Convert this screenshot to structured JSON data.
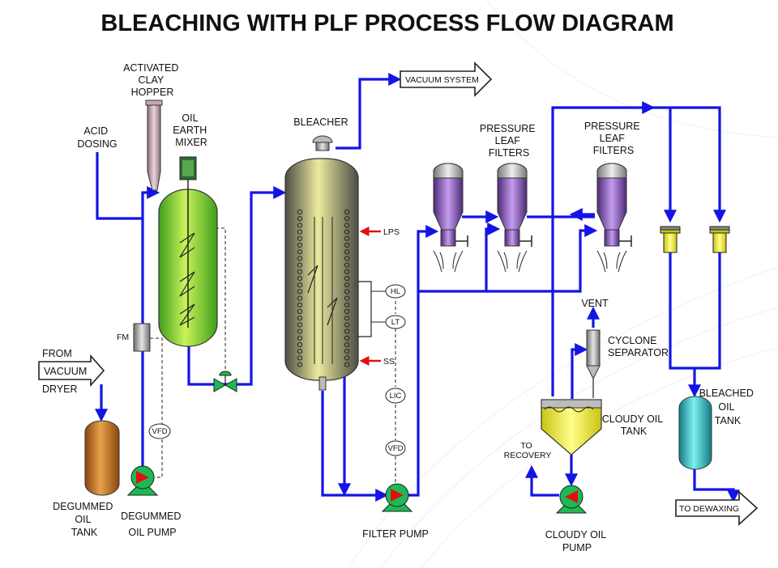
{
  "title": "BLEACHING WITH PLF PROCESS FLOW DIAGRAM",
  "labels": {
    "clay_hopper": [
      "ACTIVATED",
      "CLAY",
      "HOPPER"
    ],
    "mixer": [
      "OIL",
      "EARTH",
      "MIXER"
    ],
    "acid": [
      "ACID",
      "DOSING"
    ],
    "from_dryer": [
      "FROM",
      "VACUUM",
      "DRYER"
    ],
    "degummed_tank": [
      "DEGUMMED",
      "OIL",
      "TANK"
    ],
    "degummed_pump": [
      "DEGUMMED",
      "OIL PUMP"
    ],
    "fm": "FM",
    "vfd": "VFD",
    "bleacher": "BLEACHER",
    "vacuum_system": "VACUUM SYSTEM",
    "lps": "LPS",
    "ss": "SS",
    "hl": "HL",
    "lt": "LT",
    "lic": "LIC",
    "filter_pump": "FILTER PUMP",
    "plf1": [
      "PRESSURE",
      "LEAF",
      "FILTERS"
    ],
    "plf2": [
      "PRESSURE",
      "LEAF",
      "FILTERS"
    ],
    "vent": "VENT",
    "cyclone": [
      "CYCLONE",
      "SEPARATOR"
    ],
    "cloudy_tank": [
      "CLOUDY OIL",
      "TANK"
    ],
    "to_recovery": [
      "TO",
      "RECOVERY"
    ],
    "cloudy_pump": [
      "CLOUDY OIL",
      "PUMP"
    ],
    "bleached_tank": [
      "BLEACHED",
      "OIL",
      "TANK"
    ],
    "to_dewaxing": "TO DEWAXING"
  },
  "colors": {
    "pipe": "#1414e6",
    "steam_arrow": "#e01010",
    "pump_body": "#1db954",
    "pump_impeller": "#e01010",
    "mixer_fill": "#7ee03a",
    "bleacher_fill": "#d8d59a",
    "filter_fill": "#8a4fc0",
    "cloudy_oil": "#f4f33a",
    "bleached_tank": "#27c4c4",
    "degummed_tank": "#c8751e"
  }
}
